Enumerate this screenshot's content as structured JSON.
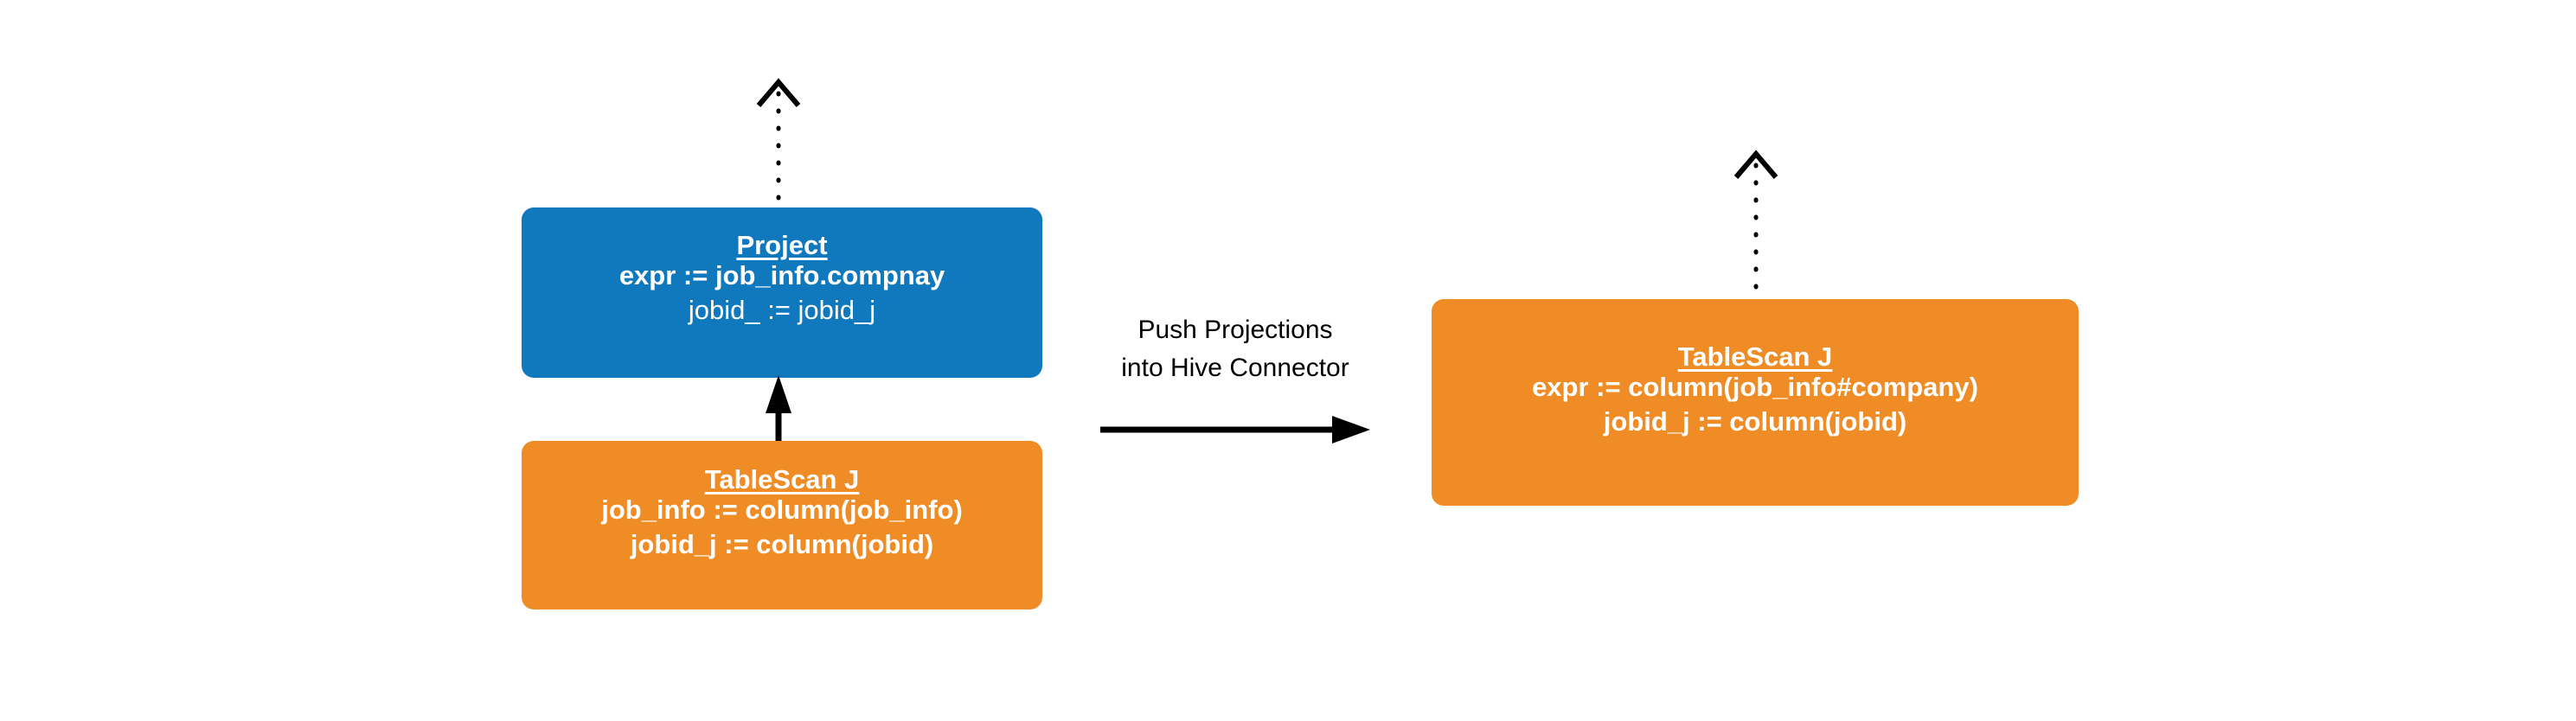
{
  "diagram": {
    "type": "query-plan-transformation",
    "background_color": "#ffffff",
    "colors": {
      "project_node": "#1079be",
      "tablescan_node": "#ef8c25",
      "arrow": "#000000",
      "node_text": "#ffffff",
      "label_text": "#000000"
    }
  },
  "left_plan": {
    "root_edge": {
      "style": "dotted",
      "direction": "up",
      "arrowhead": "open-chevron"
    },
    "nodes": [
      {
        "id": "project",
        "title": "Project",
        "color": "#1079be",
        "lines": [
          {
            "text": "expr := job_info.compnay",
            "weight": "bold"
          },
          {
            "text": "jobid_ := jobid_j",
            "weight": "regular"
          }
        ]
      },
      {
        "id": "tablescan-left",
        "title": "TableScan J",
        "color": "#ef8c25",
        "lines": [
          {
            "text": "job_info := column(job_info)",
            "weight": "bold"
          },
          {
            "text": "jobid_j := column(jobid)",
            "weight": "bold"
          }
        ]
      }
    ],
    "internal_edge": {
      "style": "solid",
      "direction": "up",
      "arrowhead": "filled-triangle"
    }
  },
  "transform": {
    "label_lines": [
      "Push Projections",
      "into Hive Connector"
    ],
    "arrow": {
      "style": "solid",
      "direction": "right",
      "arrowhead": "filled-triangle"
    }
  },
  "right_plan": {
    "root_edge": {
      "style": "dotted",
      "direction": "up",
      "arrowhead": "open-chevron"
    },
    "nodes": [
      {
        "id": "tablescan-right",
        "title": "TableScan J",
        "color": "#ef8c25",
        "lines": [
          {
            "text": "expr := column(job_info#company)",
            "weight": "bold"
          },
          {
            "text": "jobid_j := column(jobid)",
            "weight": "bold"
          }
        ]
      }
    ]
  }
}
